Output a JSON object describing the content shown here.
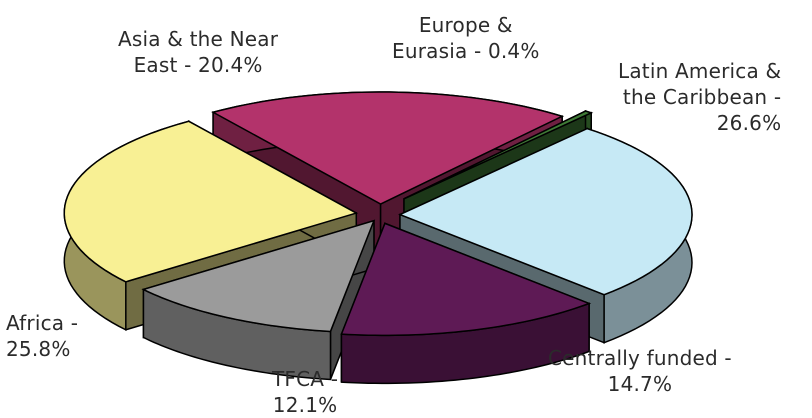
{
  "chart_data": {
    "type": "pie",
    "style": "3d-exploded",
    "series": [
      {
        "name": "Asia & the Near East",
        "value": 20.4,
        "label": "Asia & the Near\nEast - 20.4%",
        "color": "#b3336b"
      },
      {
        "name": "Europe & Eurasia",
        "value": 0.4,
        "label": "Europe &\nEurasia - 0.4%",
        "color": "#3f7a36"
      },
      {
        "name": "Latin America & the Caribbean",
        "value": 26.6,
        "label": "Latin America &\nthe Caribbean -\n26.6%",
        "color": "#c6e9f5"
      },
      {
        "name": "Centrally funded",
        "value": 14.7,
        "label": "Centrally funded -\n14.7%",
        "color": "#5e1a55"
      },
      {
        "name": "TFCA",
        "value": 12.1,
        "label": "TFCA -\n12.1%",
        "color": "#9b9b9b"
      },
      {
        "name": "Africa",
        "value": 25.8,
        "label": "Africa -\n25.8%",
        "color": "#f8f094"
      }
    ]
  }
}
